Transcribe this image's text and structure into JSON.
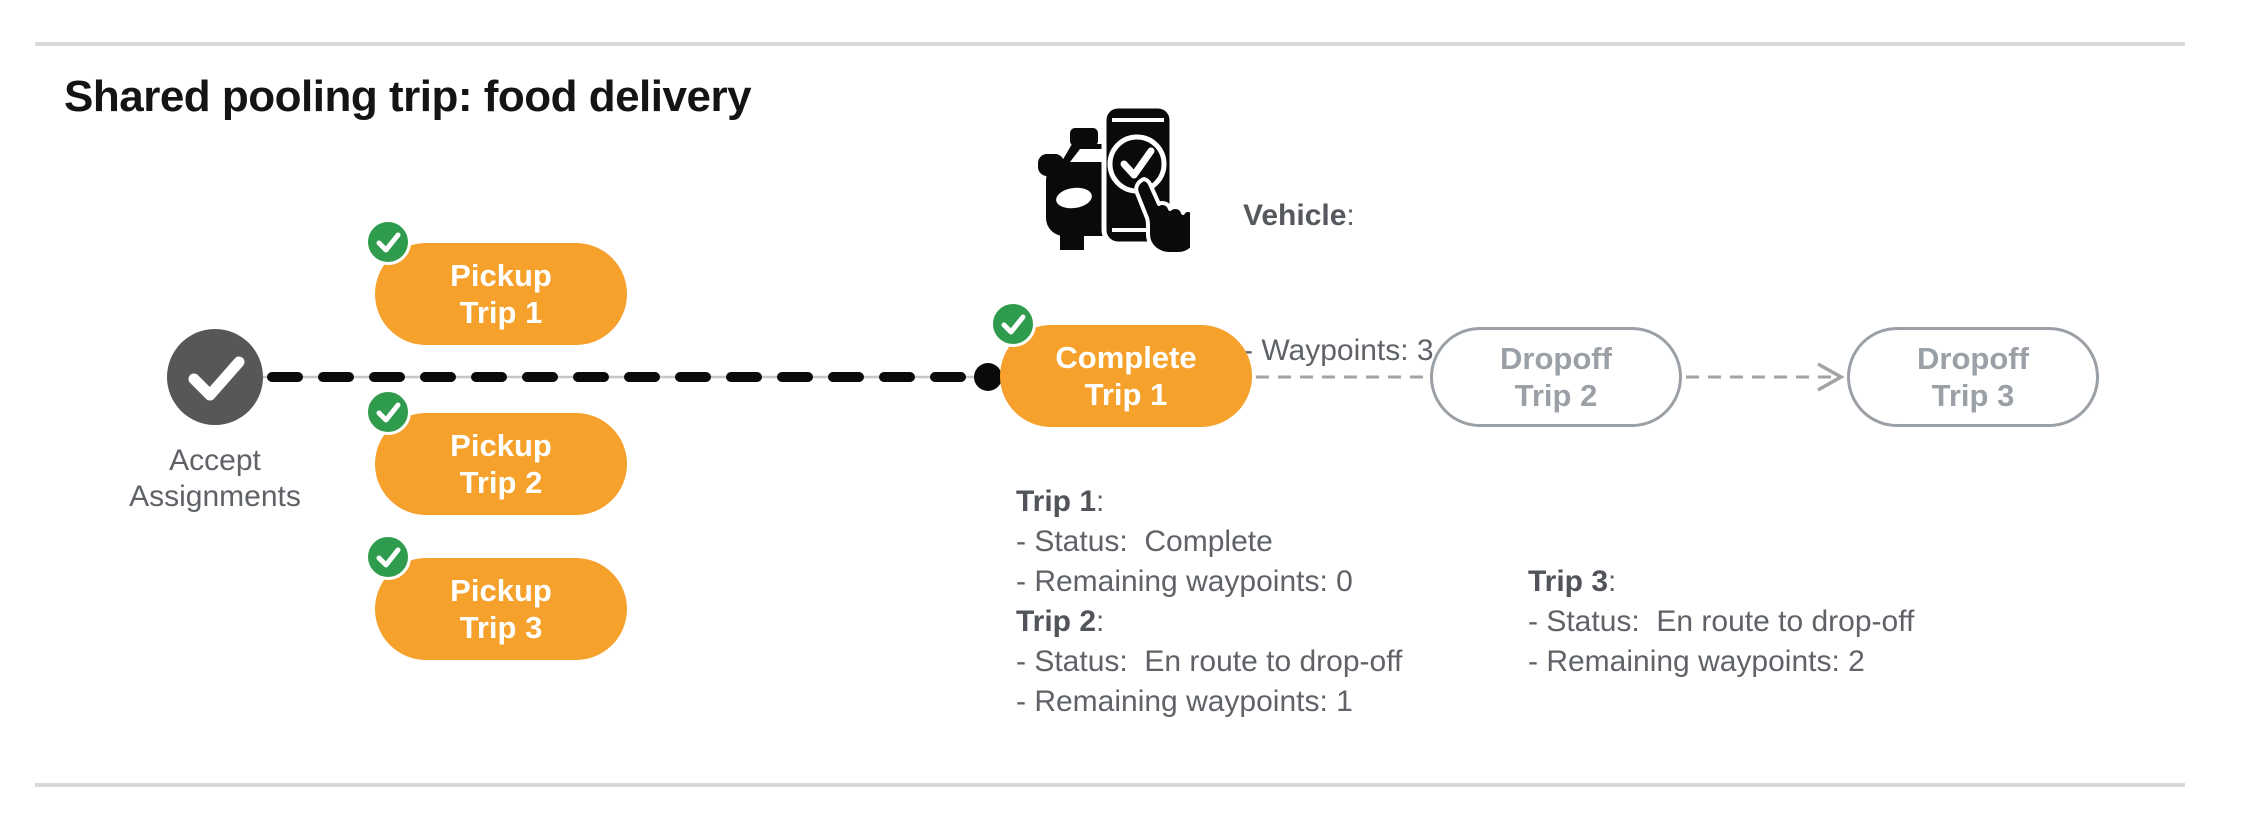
{
  "title": "Shared pooling trip: food delivery",
  "vehicle": {
    "name": "Vehicle",
    "colon": ":",
    "waypoints": "- Waypoints: 3"
  },
  "flow": {
    "accept": {
      "line1": "Accept",
      "line2": "Assignments"
    },
    "pickup1": {
      "line1": "Pickup",
      "line2": "Trip 1"
    },
    "pickup2": {
      "line1": "Pickup",
      "line2": "Trip 2"
    },
    "pickup3": {
      "line1": "Pickup",
      "line2": "Trip 3"
    },
    "complete1": {
      "line1": "Complete",
      "line2": "Trip 1"
    },
    "dropoff2": {
      "line1": "Dropoff",
      "line2": "Trip 2"
    },
    "dropoff3": {
      "line1": "Dropoff",
      "line2": "Trip 3"
    }
  },
  "trip_status": {
    "trip1": {
      "name": "Trip 1",
      "colon": ":",
      "status": "- Status:  Complete",
      "waypoints": "- Remaining waypoints: 0"
    },
    "trip2": {
      "name": "Trip 2",
      "colon": ":",
      "status": "- Status:  En route to drop-off",
      "waypoints": "- Remaining waypoints: 1"
    },
    "trip3": {
      "name": "Trip 3",
      "colon": ":",
      "status": "- Status:  En route to drop-off",
      "waypoints": "- Remaining waypoints: 2"
    }
  },
  "icons": {
    "vehicle": "car-phone-check-icon",
    "accept": "checkmark-icon",
    "done_badge": "check-badge-icon"
  },
  "colors": {
    "accent_orange": "#F5A12B",
    "badge_green": "#2E9B4D",
    "node_gray": "#575757",
    "text_gray": "#5F6368",
    "inactive_gray": "#9AA0A6",
    "line_black": "#0A0A0A",
    "rule_gray": "#D9D9D9"
  }
}
